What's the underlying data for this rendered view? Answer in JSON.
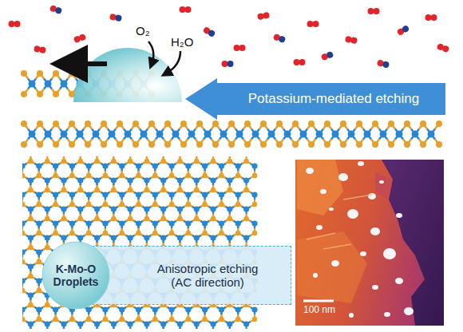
{
  "diagram": {
    "nodes": [
      {
        "text": [
          "Potassium-mediated etching"
        ]
      },
      {
        "text": [
          "K-Mo-O Droplets"
        ]
      },
      {
        "text": [
          "Anisotropic etching (AC direction)"
        ]
      }
    ],
    "labels": [
      "O₂",
      "H₂O",
      "100 nm"
    ]
  }
}
